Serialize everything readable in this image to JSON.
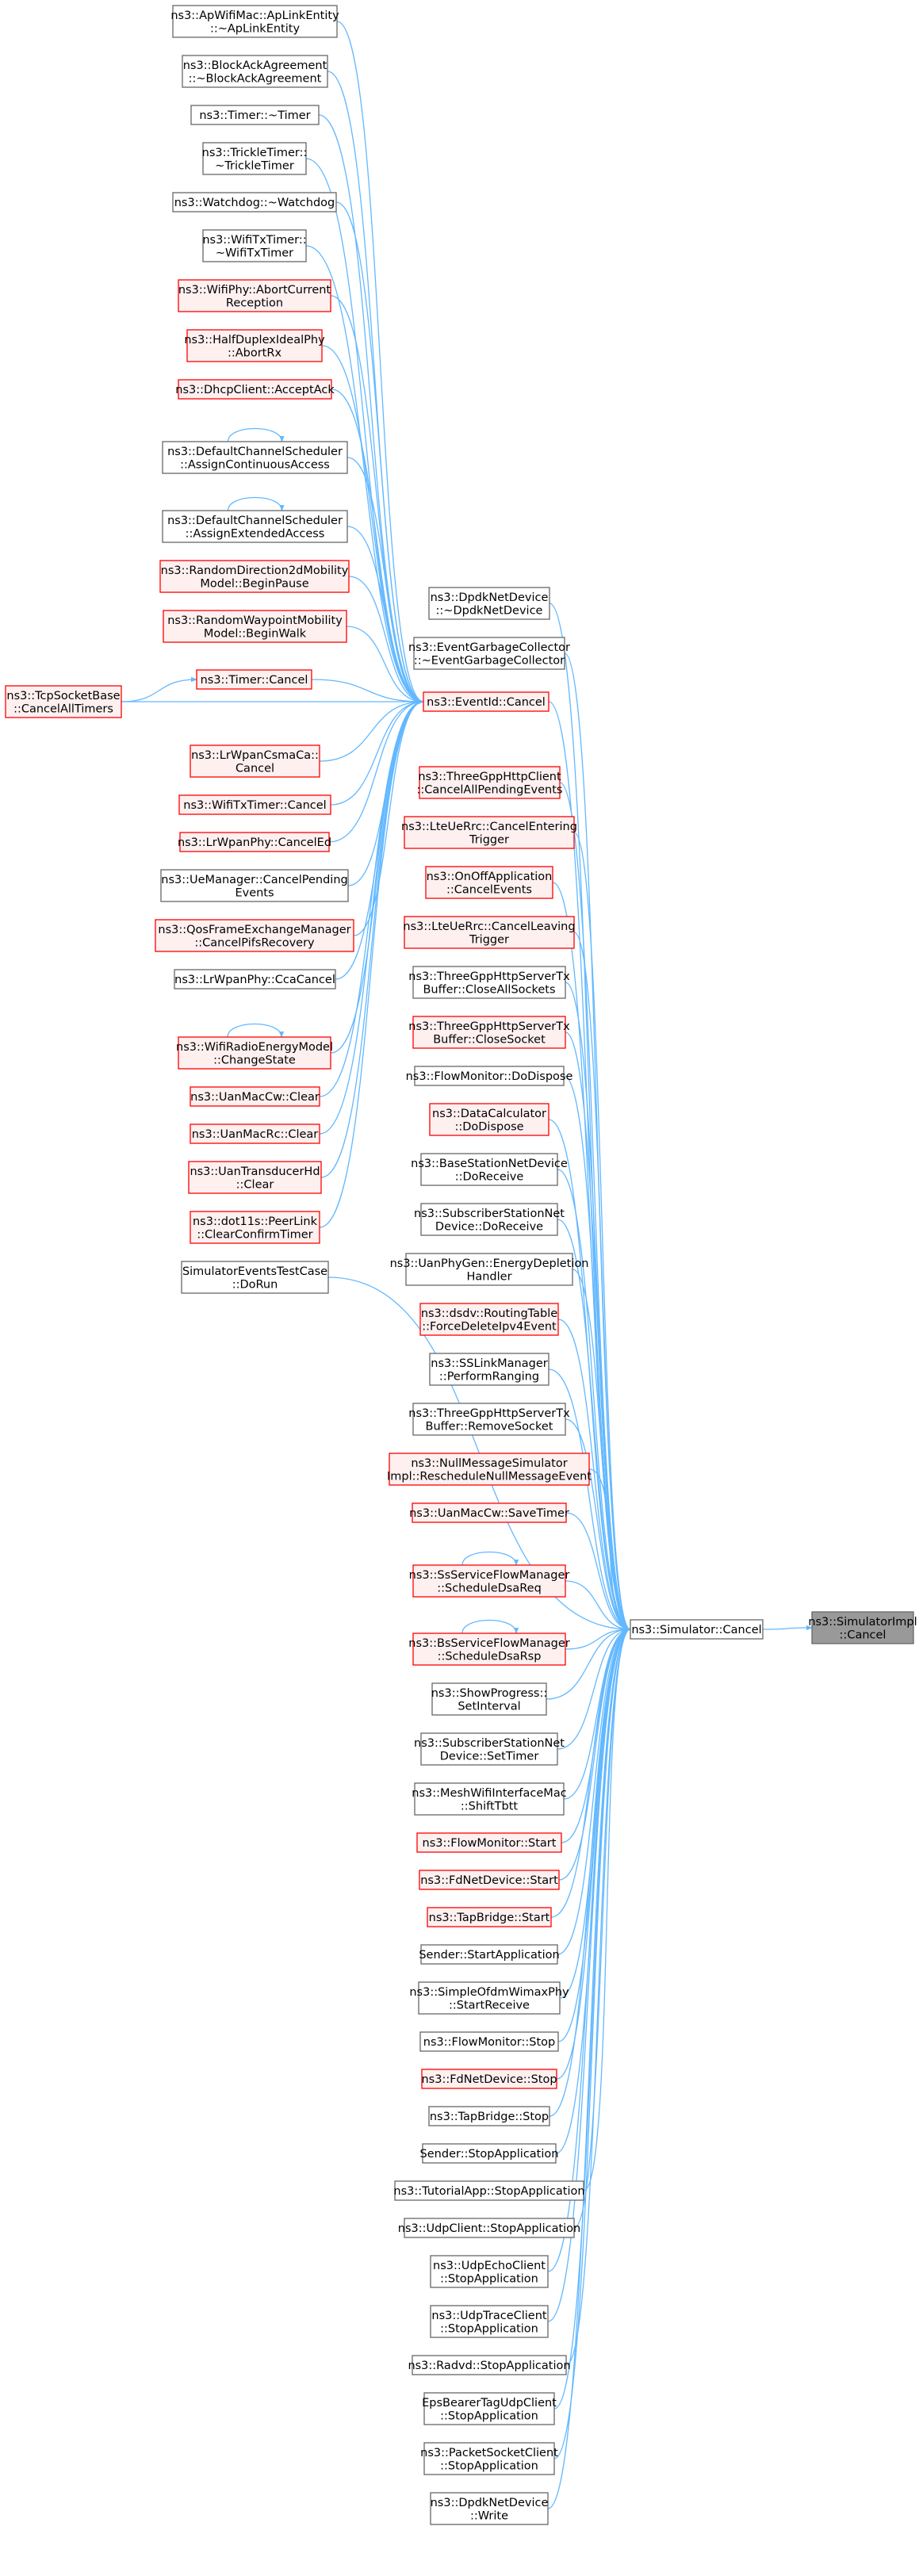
{
  "colors": {
    "edge": "#63b8ff",
    "normal_border": "#666666",
    "normal_fill": "#ffffff",
    "red_border": "#ff0000",
    "red_fill": "#fff0f0",
    "focus_border": "#666666",
    "focus_fill": "#999999"
  },
  "nodes": [
    {
      "id": "focus",
      "style": "focus",
      "lines": [
        "ns3::SimulatorImpl",
        "::Cancel"
      ]
    },
    {
      "id": "simcancel",
      "style": "normal",
      "lines": [
        "ns3::Simulator::Cancel"
      ]
    },
    {
      "id": "eventid",
      "style": "red",
      "lines": [
        "ns3::EventId::Cancel"
      ]
    },
    {
      "id": "tcpsock",
      "style": "red",
      "lines": [
        "ns3::TcpSocketBase",
        "::CancelAllTimers"
      ]
    },
    {
      "id": "timercancel",
      "style": "red",
      "lines": [
        "ns3::Timer::Cancel"
      ]
    },
    {
      "id": "a1",
      "style": "normal",
      "lines": [
        "ns3::ApWifiMac::ApLinkEntity",
        "::~ApLinkEntity"
      ]
    },
    {
      "id": "a2",
      "style": "normal",
      "lines": [
        "ns3::BlockAckAgreement",
        "::~BlockAckAgreement"
      ]
    },
    {
      "id": "a3",
      "style": "normal",
      "lines": [
        "ns3::Timer::~Timer"
      ]
    },
    {
      "id": "a4",
      "style": "normal",
      "lines": [
        "ns3::TrickleTimer::",
        "~TrickleTimer"
      ]
    },
    {
      "id": "a5",
      "style": "normal",
      "lines": [
        "ns3::Watchdog::~Watchdog"
      ]
    },
    {
      "id": "a6",
      "style": "normal",
      "lines": [
        "ns3::WifiTxTimer::",
        "~WifiTxTimer"
      ]
    },
    {
      "id": "a7",
      "style": "red",
      "lines": [
        "ns3::WifiPhy::AbortCurrent",
        "Reception"
      ]
    },
    {
      "id": "a8",
      "style": "red",
      "lines": [
        "ns3::HalfDuplexIdealPhy",
        "::AbortRx"
      ]
    },
    {
      "id": "a9",
      "style": "red",
      "lines": [
        "ns3::DhcpClient::AcceptAck"
      ]
    },
    {
      "id": "a10",
      "style": "normal",
      "self": true,
      "lines": [
        "ns3::DefaultChannelScheduler",
        "::AssignContinuousAccess"
      ]
    },
    {
      "id": "a11",
      "style": "normal",
      "self": true,
      "lines": [
        "ns3::DefaultChannelScheduler",
        "::AssignExtendedAccess"
      ]
    },
    {
      "id": "a12",
      "style": "red",
      "lines": [
        "ns3::RandomDirection2dMobility",
        "Model::BeginPause"
      ]
    },
    {
      "id": "a13",
      "style": "red",
      "lines": [
        "ns3::RandomWaypointMobility",
        "Model::BeginWalk"
      ]
    },
    {
      "id": "a14",
      "style": "red",
      "lines": [
        "ns3::LrWpanCsmaCa::",
        "Cancel"
      ]
    },
    {
      "id": "a15",
      "style": "red",
      "lines": [
        "ns3::WifiTxTimer::Cancel"
      ]
    },
    {
      "id": "a16",
      "style": "red",
      "lines": [
        "ns3::LrWpanPhy::CancelEd"
      ]
    },
    {
      "id": "a17",
      "style": "normal",
      "lines": [
        "ns3::UeManager::CancelPending",
        "Events"
      ]
    },
    {
      "id": "a18",
      "style": "red",
      "lines": [
        "ns3::QosFrameExchangeManager",
        "::CancelPifsRecovery"
      ]
    },
    {
      "id": "a19",
      "style": "normal",
      "lines": [
        "ns3::LrWpanPhy::CcaCancel"
      ]
    },
    {
      "id": "a20",
      "style": "red",
      "self": true,
      "lines": [
        "ns3::WifiRadioEnergyModel",
        "::ChangeState"
      ]
    },
    {
      "id": "a21",
      "style": "red",
      "lines": [
        "ns3::UanMacCw::Clear"
      ]
    },
    {
      "id": "a22",
      "style": "red",
      "lines": [
        "ns3::UanMacRc::Clear"
      ]
    },
    {
      "id": "a23",
      "style": "red",
      "lines": [
        "ns3::UanTransducerHd",
        "::Clear"
      ]
    },
    {
      "id": "a24",
      "style": "red",
      "lines": [
        "ns3::dot11s::PeerLink",
        "::ClearConfirmTimer"
      ]
    },
    {
      "id": "a25",
      "style": "normal",
      "lines": [
        "SimulatorEventsTestCase",
        "::DoRun"
      ]
    },
    {
      "id": "b1",
      "style": "normal",
      "lines": [
        "ns3::DpdkNetDevice",
        "::~DpdkNetDevice"
      ]
    },
    {
      "id": "b2",
      "style": "normal",
      "lines": [
        "ns3::EventGarbageCollector",
        "::~EventGarbageCollector"
      ]
    },
    {
      "id": "b3",
      "style": "red",
      "lines": [
        "ns3::ThreeGppHttpClient",
        "::CancelAllPendingEvents"
      ]
    },
    {
      "id": "b4",
      "style": "red",
      "lines": [
        "ns3::LteUeRrc::CancelEntering",
        "Trigger"
      ]
    },
    {
      "id": "b5",
      "style": "red",
      "lines": [
        "ns3::OnOffApplication",
        "::CancelEvents"
      ]
    },
    {
      "id": "b6",
      "style": "red",
      "lines": [
        "ns3::LteUeRrc::CancelLeaving",
        "Trigger"
      ]
    },
    {
      "id": "b7",
      "style": "normal",
      "lines": [
        "ns3::ThreeGppHttpServerTx",
        "Buffer::CloseAllSockets"
      ]
    },
    {
      "id": "b8",
      "style": "red",
      "lines": [
        "ns3::ThreeGppHttpServerTx",
        "Buffer::CloseSocket"
      ]
    },
    {
      "id": "b9",
      "style": "normal",
      "lines": [
        "ns3::FlowMonitor::DoDispose"
      ]
    },
    {
      "id": "b10",
      "style": "red",
      "lines": [
        "ns3::DataCalculator",
        "::DoDispose"
      ]
    },
    {
      "id": "b11",
      "style": "normal",
      "lines": [
        "ns3::BaseStationNetDevice",
        "::DoReceive"
      ]
    },
    {
      "id": "b12",
      "style": "normal",
      "lines": [
        "ns3::SubscriberStationNet",
        "Device::DoReceive"
      ]
    },
    {
      "id": "b13",
      "style": "normal",
      "lines": [
        "ns3::UanPhyGen::EnergyDepletion",
        "Handler"
      ]
    },
    {
      "id": "b14",
      "style": "red",
      "lines": [
        "ns3::dsdv::RoutingTable",
        "::ForceDeleteIpv4Event"
      ]
    },
    {
      "id": "b15",
      "style": "normal",
      "lines": [
        "ns3::SSLinkManager",
        "::PerformRanging"
      ]
    },
    {
      "id": "b16",
      "style": "normal",
      "lines": [
        "ns3::ThreeGppHttpServerTx",
        "Buffer::RemoveSocket"
      ]
    },
    {
      "id": "b17",
      "style": "red",
      "lines": [
        "ns3::NullMessageSimulator",
        "Impl::RescheduleNullMessageEvent"
      ]
    },
    {
      "id": "b18",
      "style": "red",
      "lines": [
        "ns3::UanMacCw::SaveTimer"
      ]
    },
    {
      "id": "b19",
      "style": "red",
      "self": true,
      "lines": [
        "ns3::SsServiceFlowManager",
        "::ScheduleDsaReq"
      ]
    },
    {
      "id": "b20",
      "style": "red",
      "self": true,
      "lines": [
        "ns3::BsServiceFlowManager",
        "::ScheduleDsaRsp"
      ]
    },
    {
      "id": "b21",
      "style": "normal",
      "lines": [
        "ns3::ShowProgress::",
        "SetInterval"
      ]
    },
    {
      "id": "b22",
      "style": "normal",
      "lines": [
        "ns3::SubscriberStationNet",
        "Device::SetTimer"
      ]
    },
    {
      "id": "b23",
      "style": "normal",
      "lines": [
        "ns3::MeshWifiInterfaceMac",
        "::ShiftTbtt"
      ]
    },
    {
      "id": "b24",
      "style": "red",
      "lines": [
        "ns3::FlowMonitor::Start"
      ]
    },
    {
      "id": "b25",
      "style": "red",
      "lines": [
        "ns3::FdNetDevice::Start"
      ]
    },
    {
      "id": "b26",
      "style": "red",
      "lines": [
        "ns3::TapBridge::Start"
      ]
    },
    {
      "id": "b27",
      "style": "normal",
      "lines": [
        "Sender::StartApplication"
      ]
    },
    {
      "id": "b28",
      "style": "normal",
      "lines": [
        "ns3::SimpleOfdmWimaxPhy",
        "::StartReceive"
      ]
    },
    {
      "id": "b29",
      "style": "normal",
      "lines": [
        "ns3::FlowMonitor::Stop"
      ]
    },
    {
      "id": "b30",
      "style": "red",
      "lines": [
        "ns3::FdNetDevice::Stop"
      ]
    },
    {
      "id": "b31",
      "style": "normal",
      "lines": [
        "ns3::TapBridge::Stop"
      ]
    },
    {
      "id": "b32",
      "style": "normal",
      "lines": [
        "Sender::StopApplication"
      ]
    },
    {
      "id": "b33",
      "style": "normal",
      "lines": [
        "ns3::TutorialApp::StopApplication"
      ]
    },
    {
      "id": "b34",
      "style": "normal",
      "lines": [
        "ns3::UdpClient::StopApplication"
      ]
    },
    {
      "id": "b35",
      "style": "normal",
      "lines": [
        "ns3::UdpEchoClient",
        "::StopApplication"
      ]
    },
    {
      "id": "b36",
      "style": "normal",
      "lines": [
        "ns3::UdpTraceClient",
        "::StopApplication"
      ]
    },
    {
      "id": "b37",
      "style": "normal",
      "lines": [
        "ns3::Radvd::StopApplication"
      ]
    },
    {
      "id": "b38",
      "style": "normal",
      "lines": [
        "EpsBearerTagUdpClient",
        "::StopApplication"
      ]
    },
    {
      "id": "b39",
      "style": "normal",
      "lines": [
        "ns3::PacketSocketClient",
        "::StopApplication"
      ]
    },
    {
      "id": "b40",
      "style": "normal",
      "lines": [
        "ns3::DpdkNetDevice",
        "::Write"
      ]
    }
  ],
  "edges": [
    [
      "simcancel",
      "focus"
    ],
    [
      "eventid",
      "simcancel"
    ],
    [
      "timercancel",
      "eventid"
    ],
    [
      "tcpsock",
      "timercancel"
    ],
    [
      "tcpsock",
      "eventid"
    ],
    [
      "a1",
      "eventid"
    ],
    [
      "a2",
      "eventid"
    ],
    [
      "a3",
      "eventid"
    ],
    [
      "a4",
      "eventid"
    ],
    [
      "a5",
      "eventid"
    ],
    [
      "a6",
      "eventid"
    ],
    [
      "a7",
      "eventid"
    ],
    [
      "a8",
      "eventid"
    ],
    [
      "a9",
      "eventid"
    ],
    [
      "a10",
      "eventid"
    ],
    [
      "a11",
      "eventid"
    ],
    [
      "a12",
      "eventid"
    ],
    [
      "a13",
      "eventid"
    ],
    [
      "a14",
      "eventid"
    ],
    [
      "a15",
      "eventid"
    ],
    [
      "a16",
      "eventid"
    ],
    [
      "a17",
      "eventid"
    ],
    [
      "a18",
      "eventid"
    ],
    [
      "a19",
      "eventid"
    ],
    [
      "a20",
      "eventid"
    ],
    [
      "a21",
      "eventid"
    ],
    [
      "a22",
      "eventid"
    ],
    [
      "a23",
      "eventid"
    ],
    [
      "a24",
      "eventid"
    ],
    [
      "a25",
      "simcancel"
    ],
    [
      "b1",
      "simcancel"
    ],
    [
      "b2",
      "simcancel"
    ],
    [
      "b3",
      "simcancel"
    ],
    [
      "b4",
      "simcancel"
    ],
    [
      "b5",
      "simcancel"
    ],
    [
      "b6",
      "simcancel"
    ],
    [
      "b7",
      "simcancel"
    ],
    [
      "b8",
      "simcancel"
    ],
    [
      "b9",
      "simcancel"
    ],
    [
      "b10",
      "simcancel"
    ],
    [
      "b11",
      "simcancel"
    ],
    [
      "b12",
      "simcancel"
    ],
    [
      "b13",
      "simcancel"
    ],
    [
      "b14",
      "simcancel"
    ],
    [
      "b15",
      "simcancel"
    ],
    [
      "b16",
      "simcancel"
    ],
    [
      "b17",
      "simcancel"
    ],
    [
      "b18",
      "simcancel"
    ],
    [
      "b19",
      "simcancel"
    ],
    [
      "b20",
      "simcancel"
    ],
    [
      "b21",
      "simcancel"
    ],
    [
      "b22",
      "simcancel"
    ],
    [
      "b23",
      "simcancel"
    ],
    [
      "b24",
      "simcancel"
    ],
    [
      "b25",
      "simcancel"
    ],
    [
      "b26",
      "simcancel"
    ],
    [
      "b27",
      "simcancel"
    ],
    [
      "b28",
      "simcancel"
    ],
    [
      "b29",
      "simcancel"
    ],
    [
      "b30",
      "simcancel"
    ],
    [
      "b31",
      "simcancel"
    ],
    [
      "b32",
      "simcancel"
    ],
    [
      "b33",
      "simcancel"
    ],
    [
      "b34",
      "simcancel"
    ],
    [
      "b35",
      "simcancel"
    ],
    [
      "b36",
      "simcancel"
    ],
    [
      "b37",
      "simcancel"
    ],
    [
      "b38",
      "simcancel"
    ],
    [
      "b39",
      "simcancel"
    ],
    [
      "b40",
      "simcancel"
    ]
  ]
}
